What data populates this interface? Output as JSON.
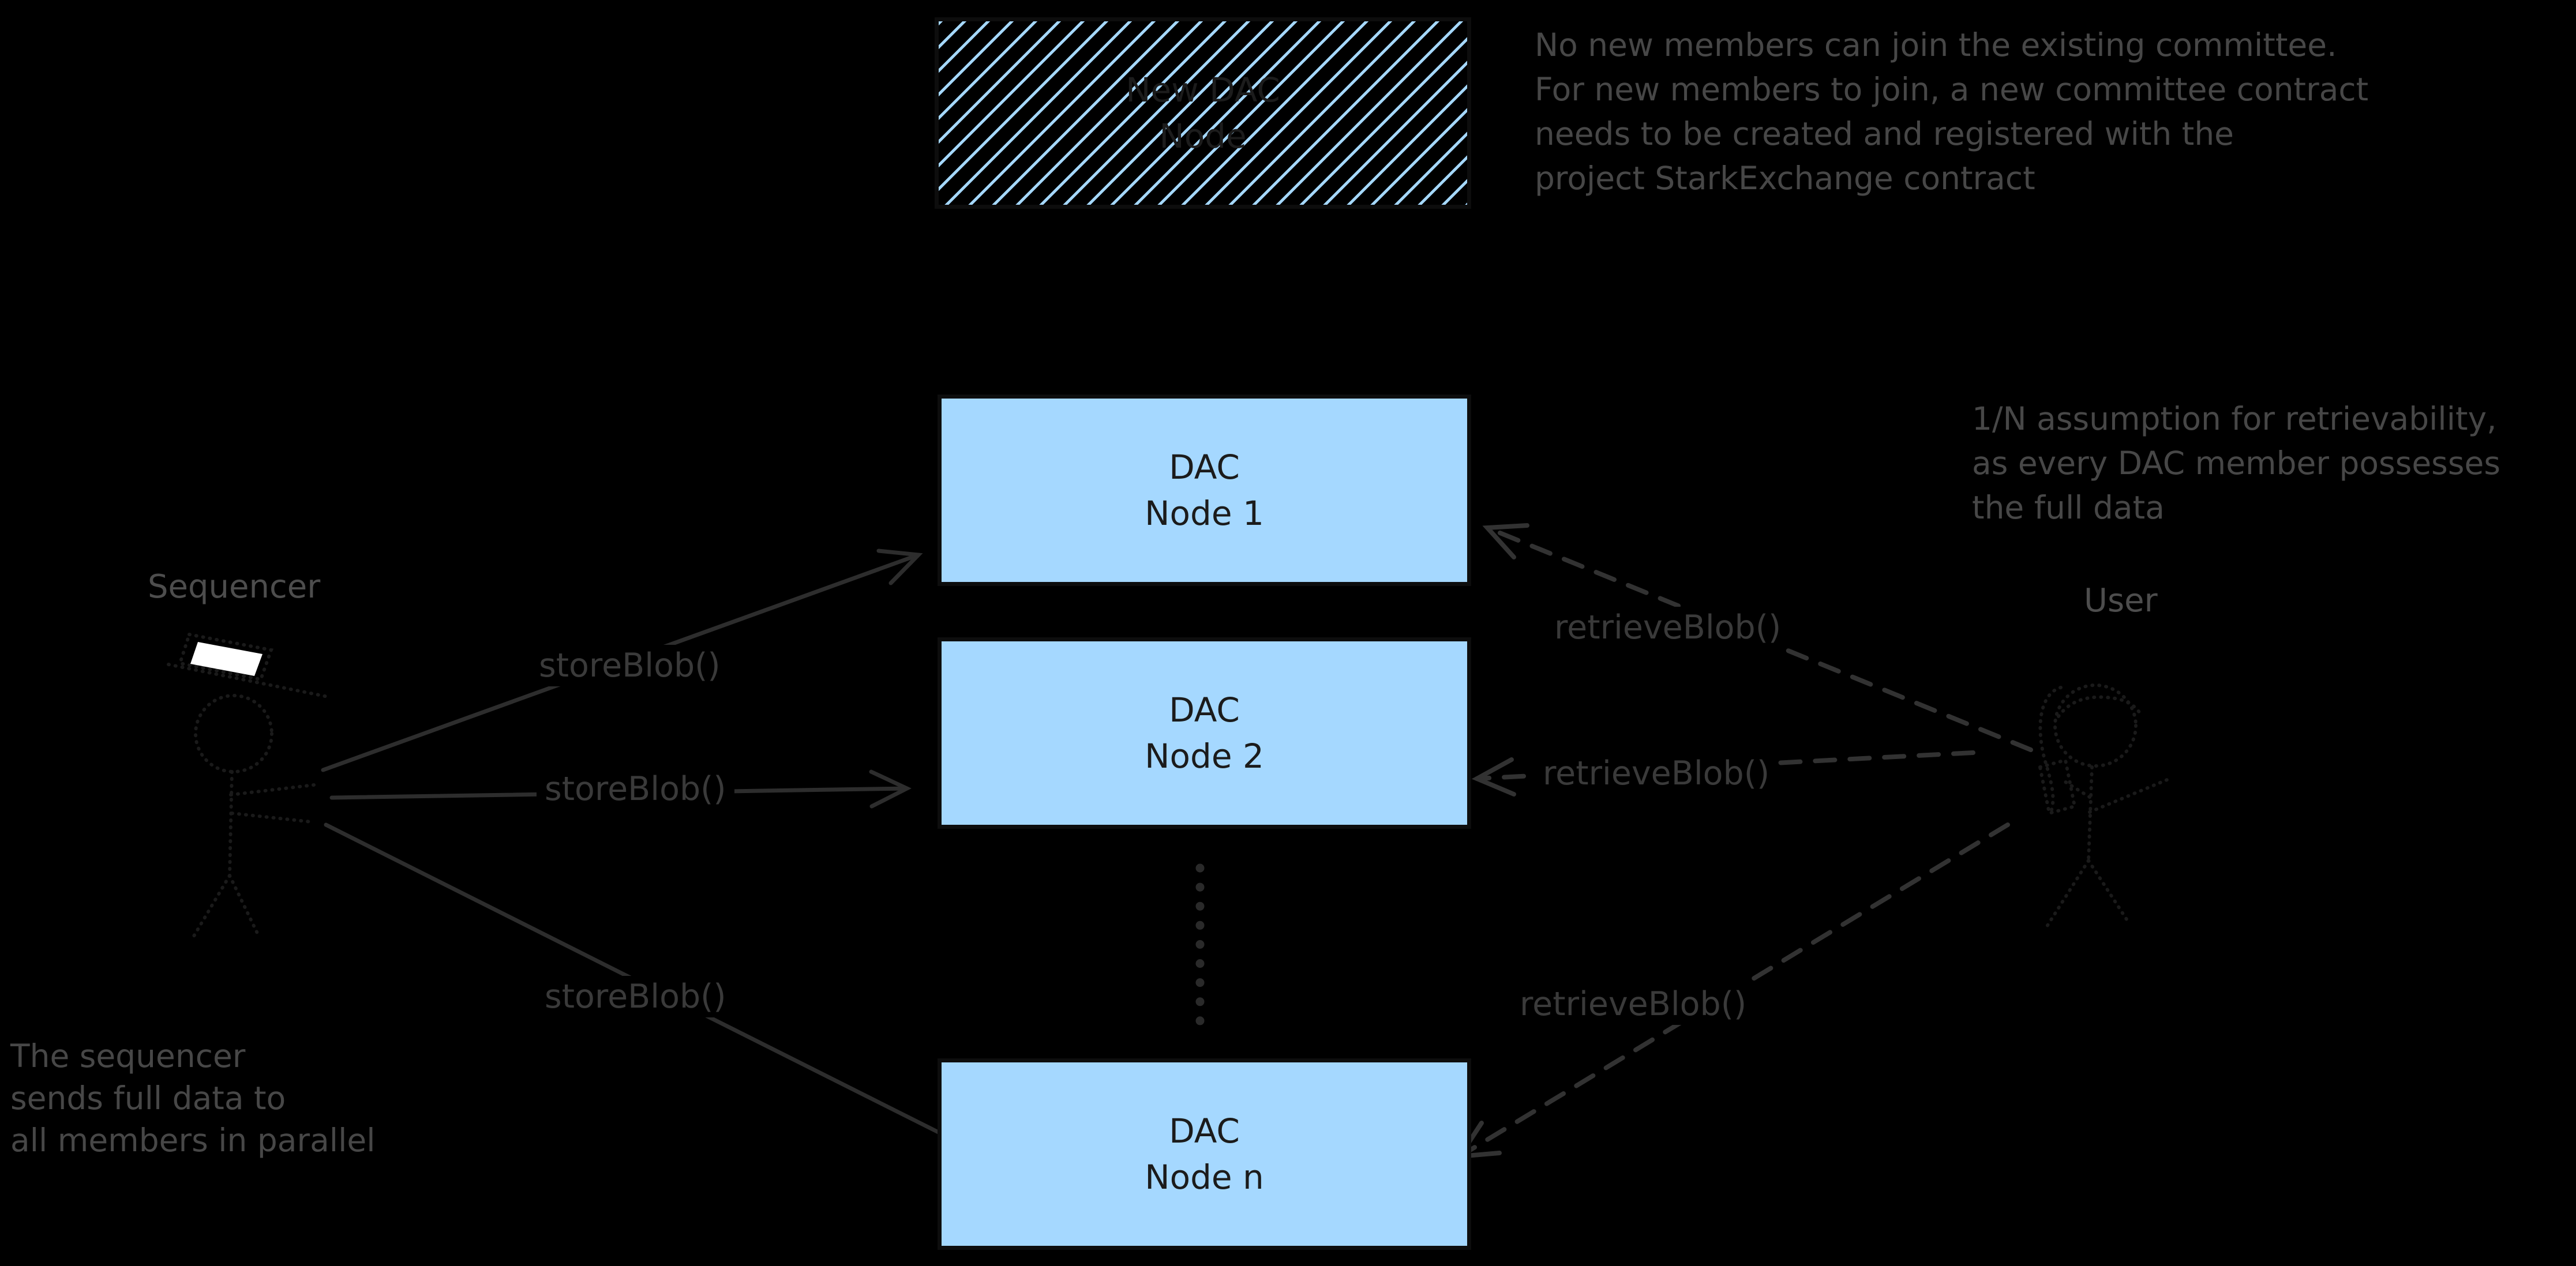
{
  "colors": {
    "background": "#000000",
    "box_fill": "#a5d8ff",
    "box_border": "#0d0d0d",
    "box_text": "#1b1b1b",
    "solid_arrow": "#2d2d2d",
    "dashed_arrow": "#323232",
    "dotted_line": "#2a2a2a",
    "call_label": "#3a3a3a",
    "annotation_text": "#474747",
    "actor_label": "#4d4d4d",
    "figure_stroke": "#1a1a1a",
    "white_accent": "#ffffff"
  },
  "boxes": {
    "new_dac": {
      "line1": "New DAC",
      "line2": "Node"
    },
    "node1": {
      "line1": "DAC",
      "line2": "Node 1"
    },
    "node2": {
      "line1": "DAC",
      "line2": "Node 2"
    },
    "noden": {
      "line1": "DAC",
      "line2": "Node n"
    }
  },
  "actors": {
    "sequencer": {
      "label": "Sequencer"
    },
    "user": {
      "label": "User"
    }
  },
  "calls": {
    "store": [
      "storeBlob()",
      "storeBlob()",
      "storeBlob()"
    ],
    "retrieve": [
      "retrieveBlob()",
      "retrieveBlob()",
      "retrieveBlob()"
    ]
  },
  "annotations": {
    "committee_note": {
      "line1": "No new members can join the existing committee.",
      "line2": "For new members to join, a new committee contract",
      "line3": "needs to be created and registered with the",
      "line4": "project StarkExchange contract"
    },
    "retrievability_note": {
      "line1": "1/N assumption for retrievability,",
      "line2": "as every DAC member possesses",
      "line3": "the full data"
    },
    "sequencer_note": {
      "line1": "The sequencer",
      "line2": "sends full data to",
      "line3": "all members in parallel"
    }
  }
}
